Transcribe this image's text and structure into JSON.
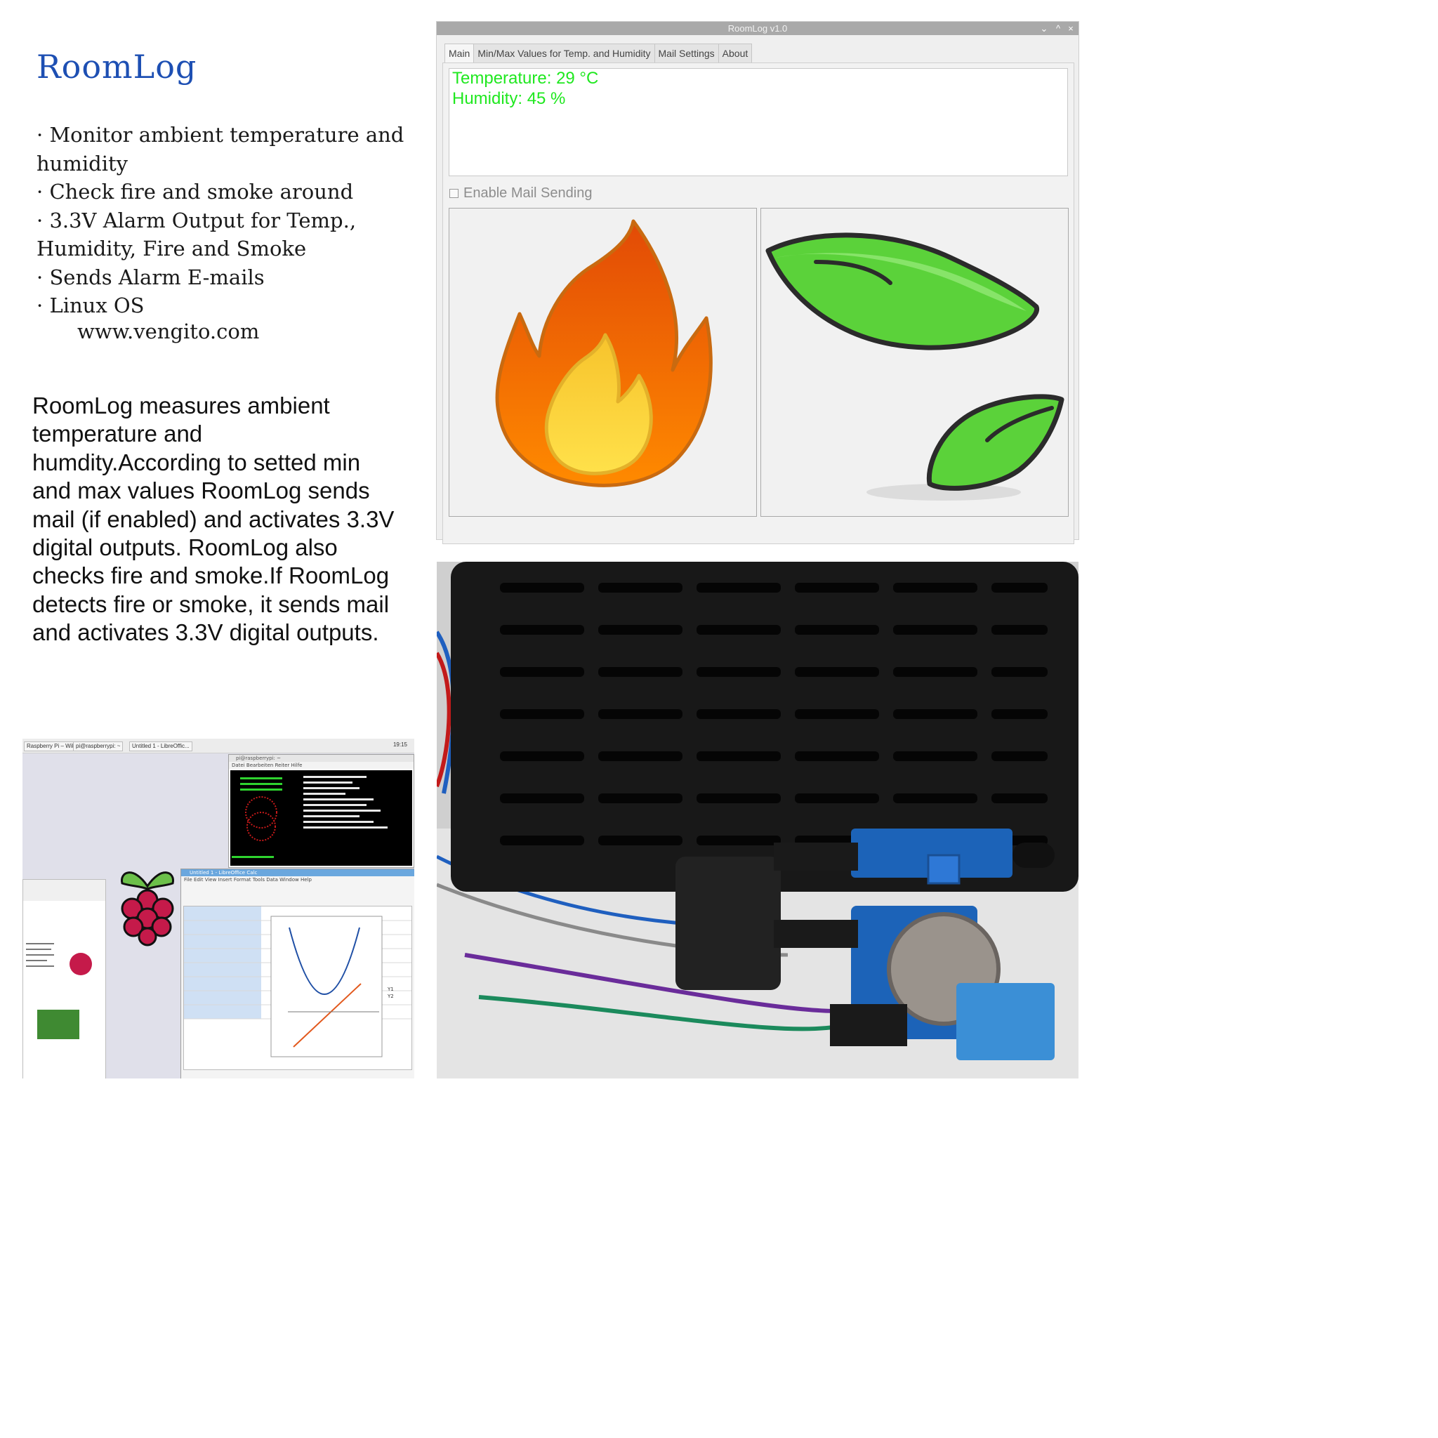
{
  "brand": {
    "title": "RoomLog"
  },
  "features": [
    "Monitor ambient temperature and humidity",
    "Check fire and smoke around",
    "3.3V Alarm Output for Temp., Humidity, Fire and Smoke",
    "Sends Alarm E-mails",
    "Linux OS"
  ],
  "website": "www.vengito.com",
  "description": "RoomLog measures ambient temperature and humdity.According to setted min and max values RoomLog sends mail (if enabled) and activates 3.3V digital outputs. RoomLog also checks fire and smoke.If RoomLog detects fire or smoke, it sends mail and activates 3.3V digital outputs.",
  "window": {
    "title": "RoomLog v1.0",
    "controls": [
      "⌄",
      "^",
      "×"
    ],
    "tabs": [
      "Main",
      "Min/Max Values for Temp. and Humidity",
      "Mail Settings",
      "About"
    ],
    "active_tab": "Main",
    "temperature_text": "Temperature: 29 °C",
    "humidity_text": "Humidity: 45 %",
    "mail_checkbox_label": "Enable Mail Sending",
    "mail_enabled": false,
    "reading_color": "#1fe81f",
    "fire_icon": "fire-icon",
    "leaf_icon": "leaf-icon"
  },
  "collage": {
    "taskbar": [
      "Raspberry Pi – Wikip...",
      "pi@raspberrypi: ~",
      "Untitled 1 - LibreOffic..."
    ],
    "clock": "19:15",
    "terminal_title": "pi@raspberrypi: ~",
    "terminal_menu": "Datei  Bearbeiten  Reiter  Hilfe",
    "calc_title": "Untitled 1 - LibreOffice Calc",
    "calc_menu": "File  Edit  View  Insert  Format  Tools  Data  Window  Help",
    "legend": [
      "Y1",
      "Y2"
    ]
  }
}
